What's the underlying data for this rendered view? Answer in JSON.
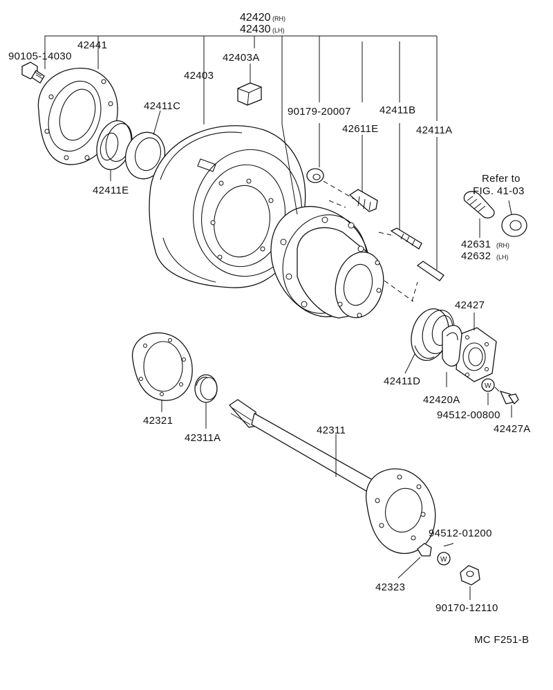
{
  "parts": {
    "p42420": "42420",
    "rh_tag": "(RH)",
    "p42430": "42430",
    "lh_tag": "(LH)",
    "p90105": "90105-14030",
    "p42441": "42441",
    "p42403A": "42403A",
    "p42403": "42403",
    "p42411C": "42411C",
    "p90179": "90179-20007",
    "p42411B": "42411B",
    "p42611E": "42611E",
    "p42411A": "42411A",
    "p42411E": "42411E",
    "refer1": "Refer to",
    "refer2": "FIG. 41-03",
    "p42631": "42631",
    "p42632": "42632",
    "p42427": "42427",
    "p42411D": "42411D",
    "p42420A": "42420A",
    "p94512_800": "94512-00800",
    "p42427A": "42427A",
    "p42321": "42321",
    "p42311A": "42311A",
    "p42311": "42311",
    "p94512_1200": "94512-01200",
    "p42323": "42323",
    "p90170": "90170-12110"
  },
  "figure_code": "MC F251-B"
}
